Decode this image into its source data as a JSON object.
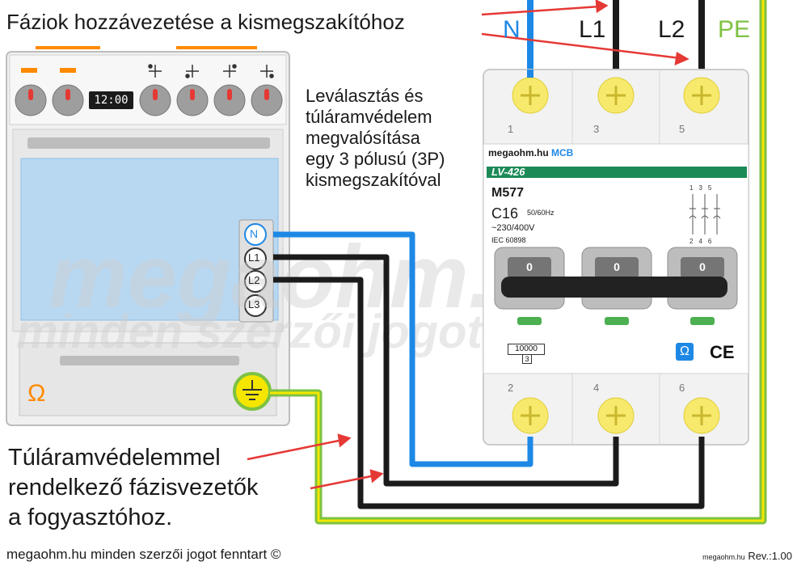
{
  "title": "Fáziok hozzávezetése a kismegszakítóhoz",
  "bus_labels": {
    "n": "N",
    "l1": "L1",
    "l2": "L2",
    "pe": "PE"
  },
  "description": [
    "Leválasztás és",
    "túláramvédelem",
    "megvalósítása",
    "egy 3 pólusú (3P)",
    "kismegszakítóval"
  ],
  "bottom_text": [
    "Túláramvédelemmel",
    "rendelkező fázisvezetők",
    "a fogyasztóhoz."
  ],
  "watermark": {
    "line1": "megaohm.hu",
    "line2": "minden szerzői jogot fenntart"
  },
  "footer_left": "megaohm.hu minden szerzői jogot fenntart ©",
  "footer_right_small": "megaohm.hu",
  "footer_right": "Rev.:1.00",
  "stove": {
    "clock": "12:00",
    "terminals": [
      "N",
      "L1",
      "L2",
      "L3"
    ],
    "logo_icon": "omega-icon",
    "pe_icon": "ground-icon"
  },
  "breaker": {
    "top_terminals": [
      "1",
      "3",
      "5"
    ],
    "bottom_terminals": [
      "2",
      "4",
      "6"
    ],
    "brand": "megaohm.hu",
    "brand_suffix": "MCB",
    "model": "LV-426",
    "code": "M577",
    "rating": "C16",
    "frequency": "50/60Hz",
    "voltage": "~230/400V",
    "standard": "IEC 60898",
    "capacity": "10000",
    "capacity_class": "3",
    "handle_state": "0",
    "diagram_top": [
      "1",
      "3",
      "5"
    ],
    "diagram_bottom": [
      "2",
      "4",
      "6"
    ],
    "ce": "CE",
    "logo": "Ω"
  },
  "colors": {
    "neutral": "#1e88e5",
    "phase": "#1b1b1b",
    "pe_green": "#7dc242",
    "pe_yellow": "#f5e600",
    "arrow": "#e53935",
    "accent_orange": "#ff8a00",
    "knob_red": "#e53935",
    "status_green": "#4caf50"
  }
}
